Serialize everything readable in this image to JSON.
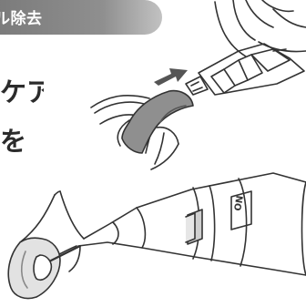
{
  "banner": {
    "label": "ル除去"
  },
  "instructions": {
    "line1": "ケア",
    "line2": "を"
  },
  "device": {
    "switch_label": "ON"
  }
}
